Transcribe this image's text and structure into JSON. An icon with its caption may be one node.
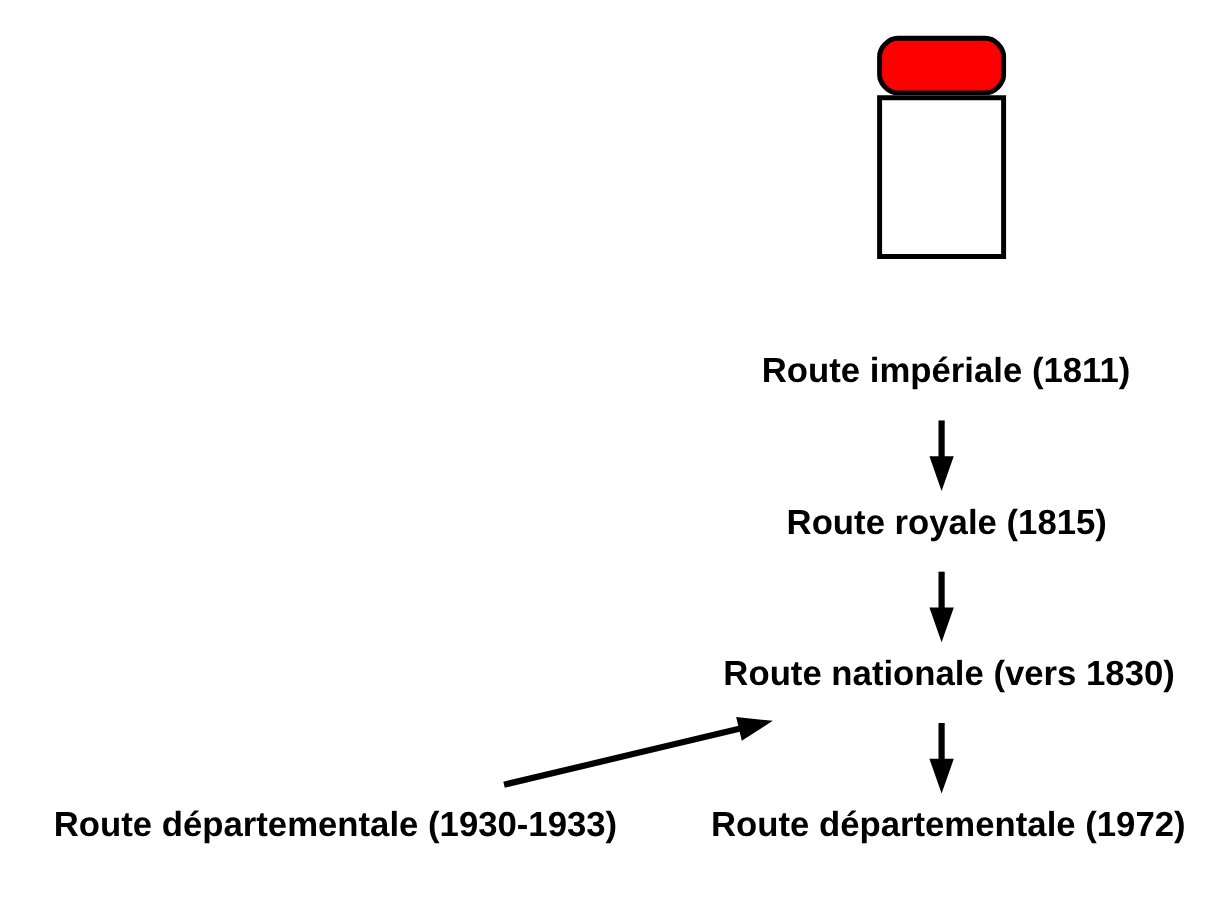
{
  "diagram": {
    "nodes": [
      {
        "text": [],
        "shape": "box"
      },
      {
        "text": [
          "Route impériale (1811)"
        ]
      },
      {
        "text": [
          "Route royale (1815)"
        ]
      },
      {
        "text": [
          "Route nationale (vers 1830)"
        ]
      },
      {
        "text": [
          "Route départementale (1930-1933)"
        ]
      },
      {
        "text": [
          "Route départementale (1972)"
        ]
      }
    ],
    "edges": [
      {
        "from": 1,
        "to": 2,
        "arrow": "to"
      },
      {
        "from": 2,
        "to": 3,
        "arrow": "to"
      },
      {
        "from": 4,
        "to": 3,
        "arrow": "to"
      },
      {
        "from": 3,
        "to": 5,
        "arrow": "to"
      }
    ]
  }
}
